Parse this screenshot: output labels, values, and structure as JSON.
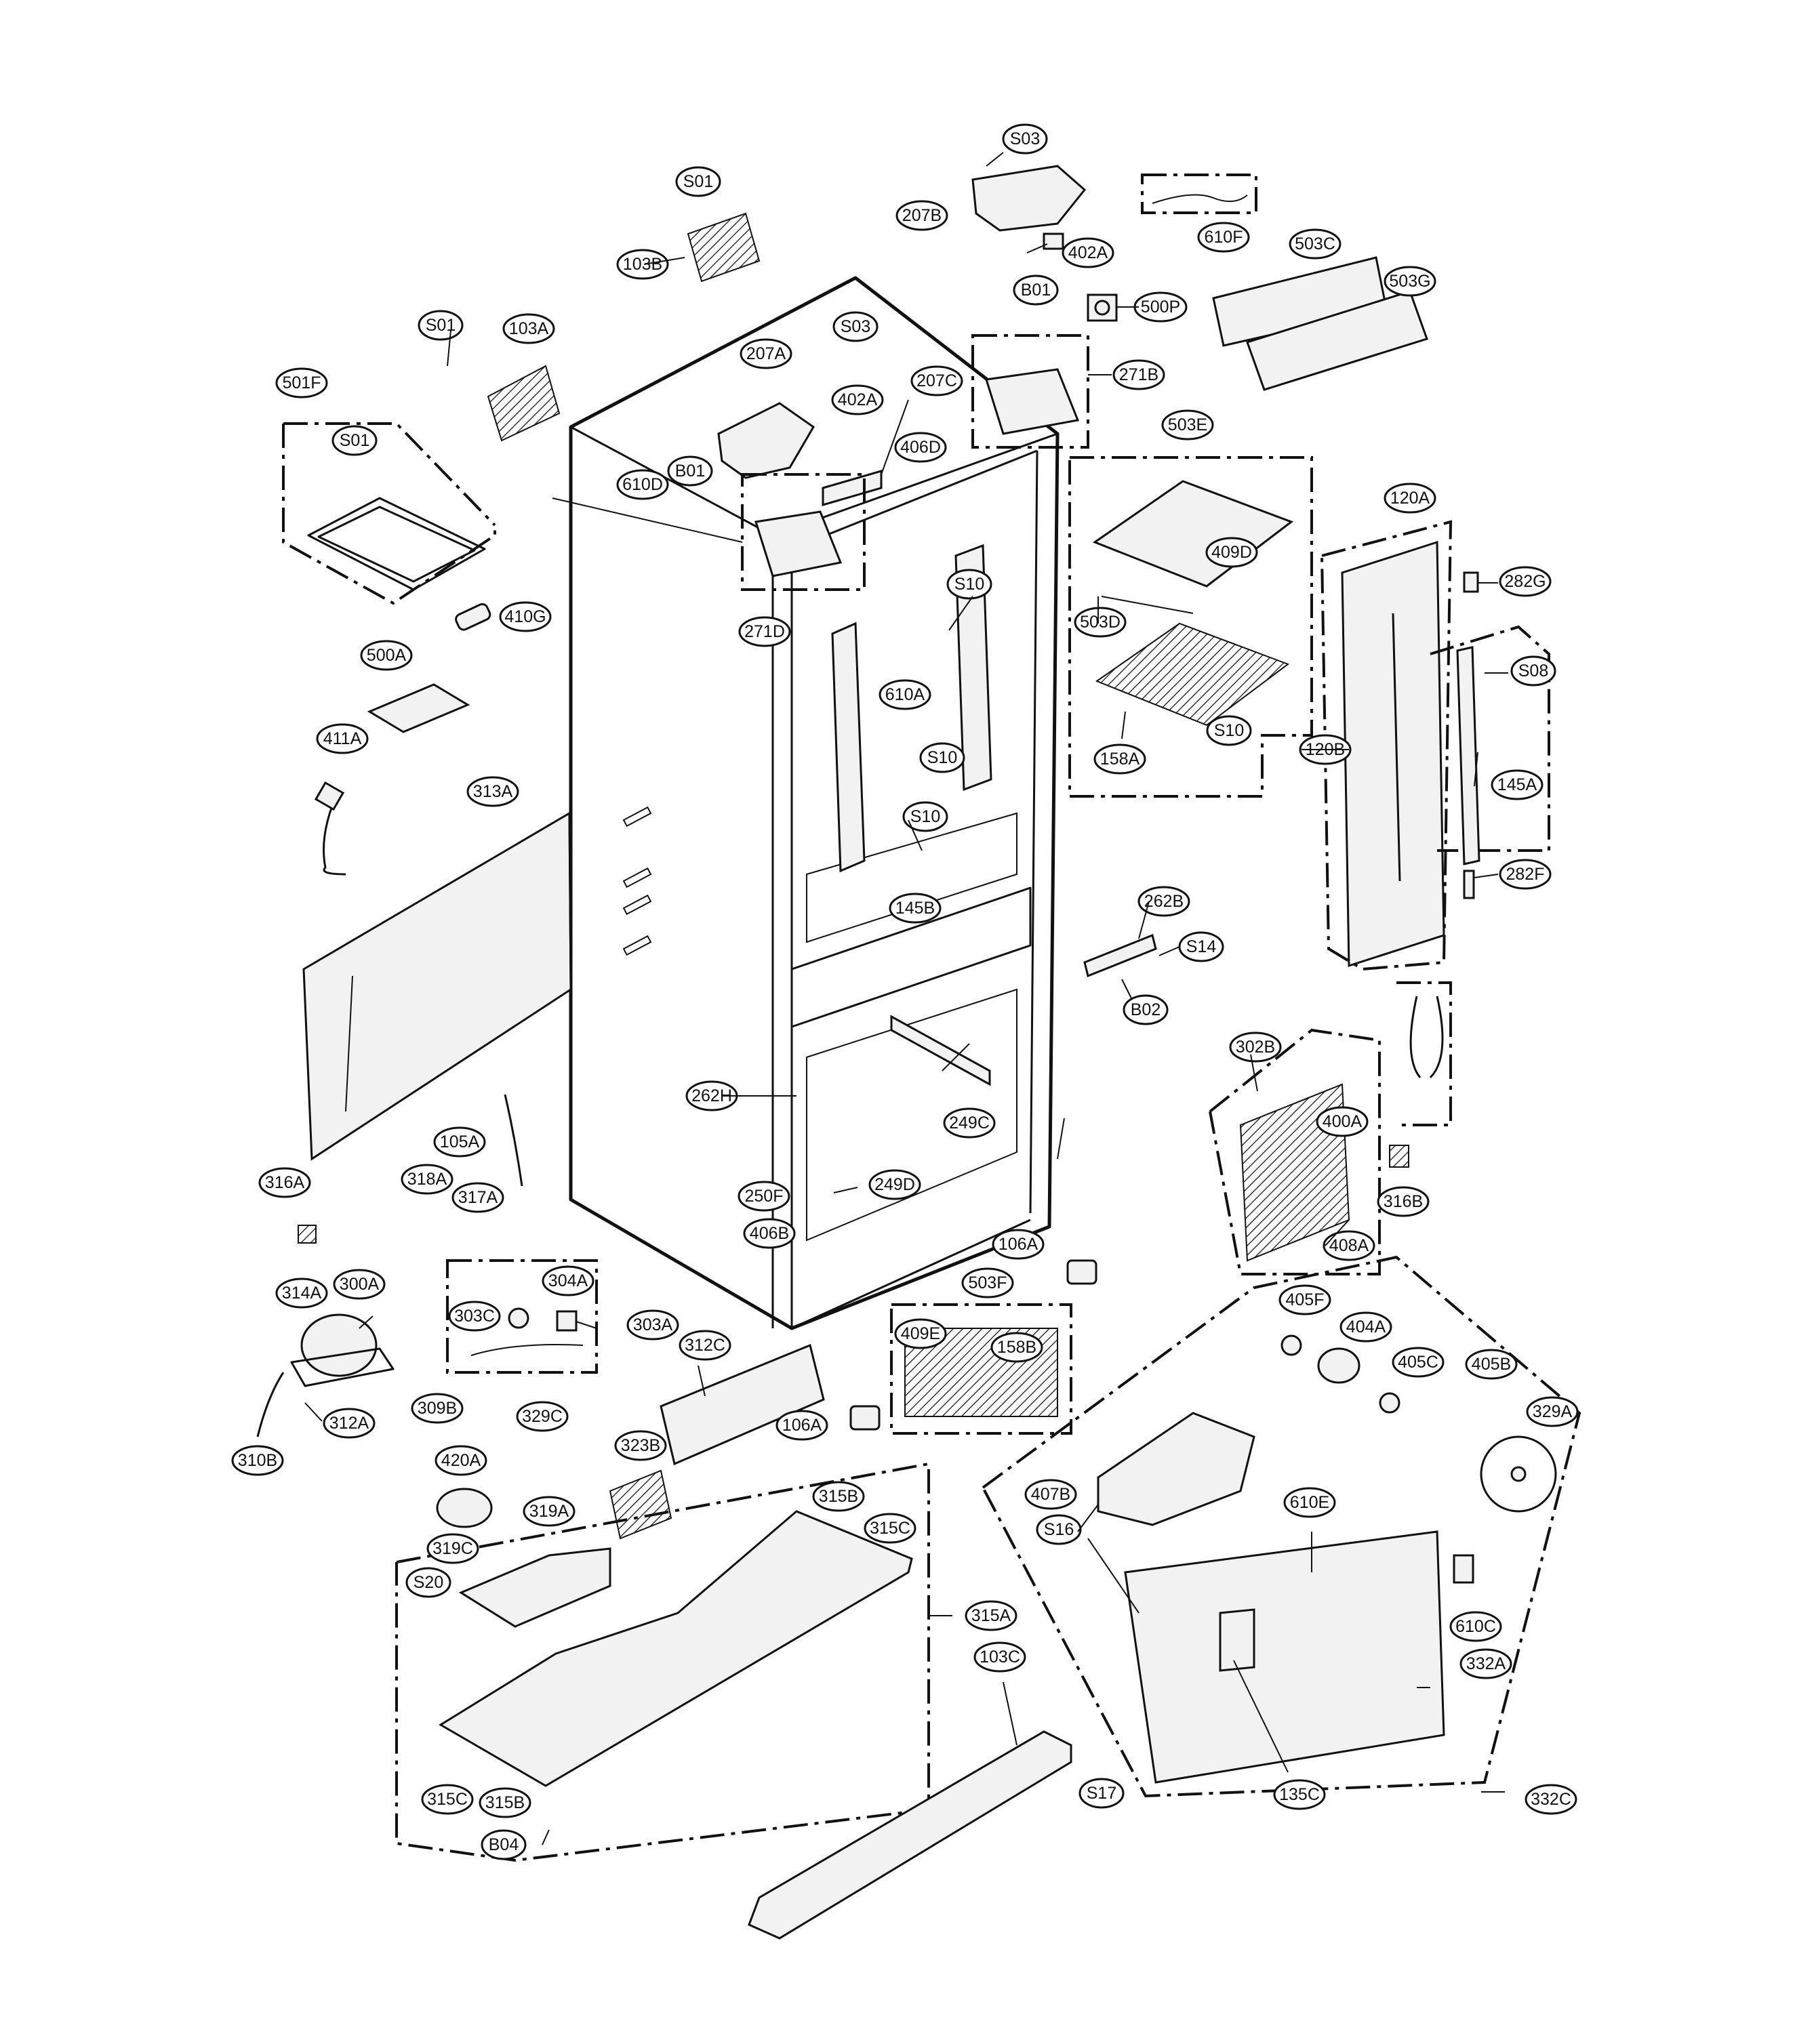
{
  "labels": {
    "l_103b": "103B",
    "l_s01a": "S01",
    "l_s03a": "S03",
    "l_207b": "207B",
    "l_402a1": "402A",
    "l_610f": "610F",
    "l_503c": "503C",
    "l_503g": "503G",
    "l_b01a": "B01",
    "l_500p": "500P",
    "l_271b": "271B",
    "l_s01b": "S01",
    "l_103a": "103A",
    "l_501f": "501F",
    "l_s01c": "S01",
    "l_207a": "207A",
    "l_s03b": "S03",
    "l_402a2": "402A",
    "l_207c": "207C",
    "l_406d": "406D",
    "l_b01b": "B01",
    "l_610d": "610D",
    "l_271d": "271D",
    "l_s10a": "S10",
    "l_610a": "610A",
    "l_503e": "503E",
    "l_409d": "409D",
    "l_503d": "503D",
    "l_158a": "158A",
    "l_s10b": "S10",
    "l_120a": "120A",
    "l_282g": "282G",
    "l_s08": "S08",
    "l_120b": "120B",
    "l_145a": "145A",
    "l_282f": "282F",
    "l_410g": "410G",
    "l_500a": "500A",
    "l_411a": "411A",
    "l_313a": "313A",
    "l_s10c": "S10",
    "l_s10d": "S10",
    "l_145b": "145B",
    "l_262b": "262B",
    "l_s14": "S14",
    "l_b02": "B02",
    "l_302b": "302B",
    "l_400a": "400A",
    "l_316b": "316B",
    "l_408a": "408A",
    "l_262h": "262H",
    "l_249c": "249C",
    "l_105a": "105A",
    "l_316a": "316A",
    "l_318a": "318A",
    "l_317a": "317A",
    "l_250f": "250F",
    "l_249d": "249D",
    "l_406b": "406B",
    "l_106a1": "106A",
    "l_300a": "300A",
    "l_314a": "314A",
    "l_304a": "304A",
    "l_303c": "303C",
    "l_303a": "303A",
    "l_312a": "312A",
    "l_310b": "310B",
    "l_312c": "312C",
    "l_503f": "503F",
    "l_409e": "409E",
    "l_158b": "158B",
    "l_106a2": "106A",
    "l_405f": "405F",
    "l_404a": "404A",
    "l_405c": "405C",
    "l_405b": "405B",
    "l_329a": "329A",
    "l_309b": "309B",
    "l_329c": "329C",
    "l_420a": "420A",
    "l_323b": "323B",
    "l_407b": "407B",
    "l_319a": "319A",
    "l_319c": "319C",
    "l_315b1": "315B",
    "l_315c1": "315C",
    "l_s20": "S20",
    "l_s16": "S16",
    "l_610e": "610E",
    "l_610c": "610C",
    "l_315a": "315A",
    "l_332a": "332A",
    "l_103c": "103C",
    "l_315c2": "315C",
    "l_315b2": "315B",
    "l_s17": "S17",
    "l_135c": "135C",
    "l_332c": "332C",
    "l_b04": "B04"
  }
}
